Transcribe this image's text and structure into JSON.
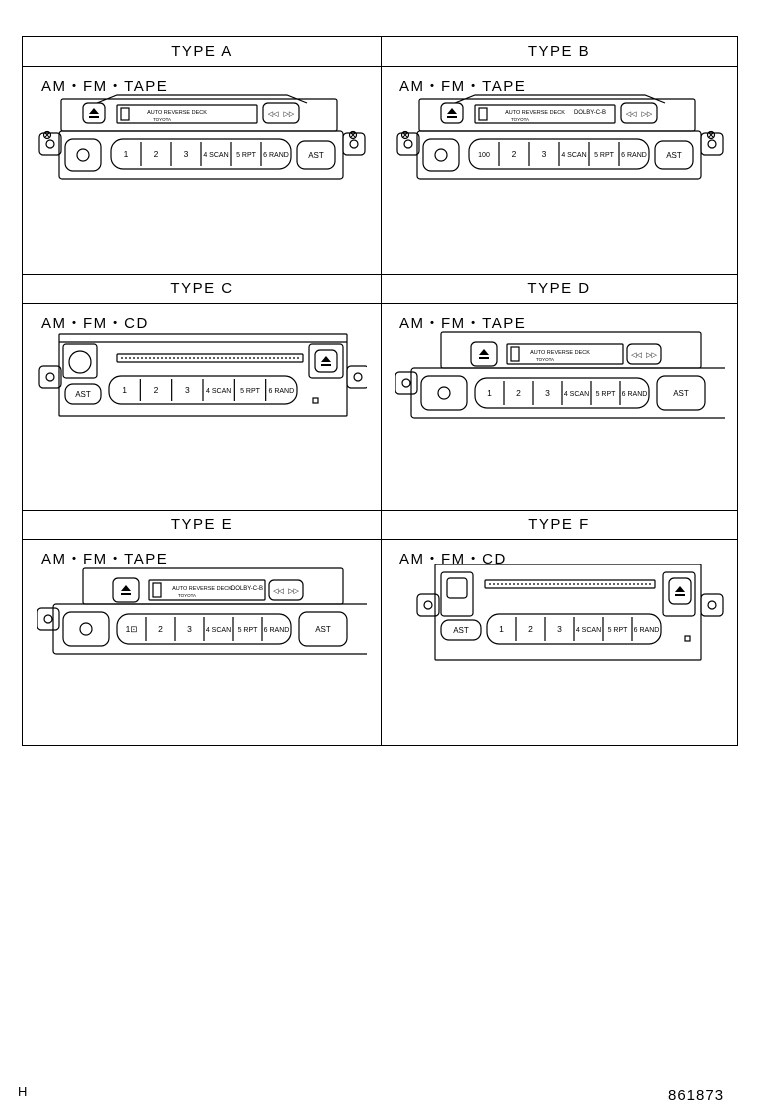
{
  "types": [
    {
      "id": "a",
      "title": "TYPE A",
      "sources": "AM・FM・TAPE",
      "style": "tape",
      "deck": "AUTO REVERSE DECK",
      "deck_sub": "TOYOTA",
      "presets": [
        "1",
        "2",
        "3",
        "4 SCAN",
        "5 RPT",
        "6 RAND"
      ],
      "ast": "AST"
    },
    {
      "id": "b",
      "title": "TYPE B",
      "sources": "AM・FM・TAPE",
      "style": "tape",
      "deck": "AUTO REVERSE DECK",
      "deck_mark": "DOLBY-C-B",
      "deck_sub": "TOYOTA",
      "presets": [
        "100",
        "2",
        "3",
        "4 SCAN",
        "5 RPT",
        "6 RAND"
      ],
      "ast": "AST"
    },
    {
      "id": "c",
      "title": "TYPE C",
      "sources": "AM・FM・CD",
      "style": "cd",
      "presets": [
        "1",
        "2",
        "3",
        "4 SCAN",
        "5 RPT",
        "6 RAND"
      ],
      "ast": "AST"
    },
    {
      "id": "d",
      "title": "TYPE D",
      "sources": "AM・FM・TAPE",
      "style": "tape-wide",
      "deck": "AUTO REVERSE DECK",
      "deck_sub": "TOYOTA",
      "presets": [
        "1",
        "2",
        "3",
        "4 SCAN",
        "5 RPT",
        "6 RAND"
      ],
      "ast": "AST"
    },
    {
      "id": "e",
      "title": "TYPE E",
      "sources": "AM・FM・TAPE",
      "style": "tape-wide",
      "deck": "AUTO REVERSE DECK",
      "deck_mark": "DOLBY-C-B",
      "deck_sub": "TOYOTA",
      "presets": [
        "1⊡",
        "2",
        "3",
        "4 SCAN",
        "5 RPT",
        "6 RAND"
      ],
      "ast": "AST"
    },
    {
      "id": "f",
      "title": "TYPE F",
      "sources": "AM・FM・CD",
      "style": "cd-wide",
      "presets": [
        "1",
        "2",
        "3",
        "4 SCAN",
        "5 RPT",
        "6 RAND"
      ],
      "ast": "AST"
    }
  ],
  "footer": {
    "left": "H",
    "right": "861873"
  }
}
